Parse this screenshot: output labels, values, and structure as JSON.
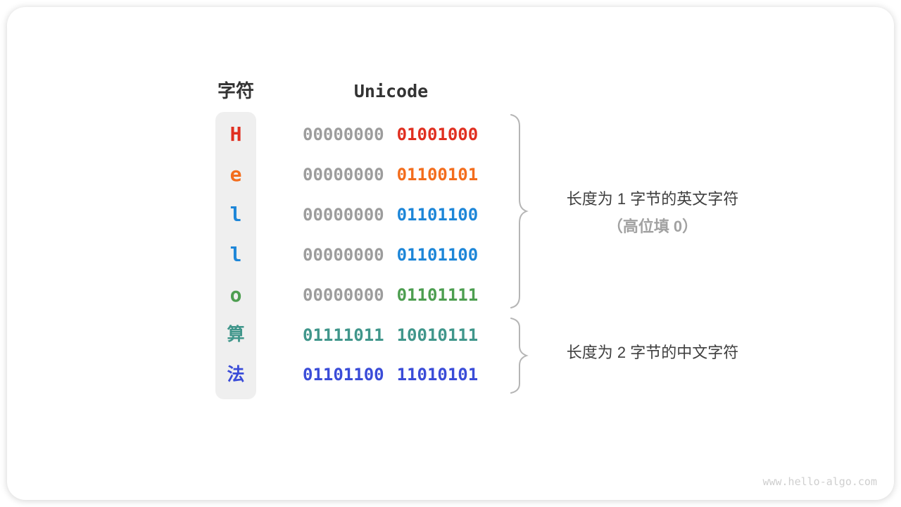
{
  "colors": {
    "card_bg": "#ffffff",
    "column_bg": "#efefef",
    "header_text": "#333333",
    "gray_bits": "#9c9c9c",
    "brace": "#b5b5b5",
    "annotation_text": "#3f3f3f",
    "annotation_muted": "#a2a2a2",
    "watermark": "#cfcfcf"
  },
  "table": {
    "char_header": "字符",
    "unicode_header": "Unicode",
    "rows": [
      {
        "char": "H",
        "cjk": false,
        "color": "#e02f20",
        "bytes": [
          {
            "text": "00000000",
            "color": "#9c9c9c"
          },
          {
            "text": "01001000",
            "color": "#e02f20"
          }
        ]
      },
      {
        "char": "e",
        "cjk": false,
        "color": "#f36d1d",
        "bytes": [
          {
            "text": "00000000",
            "color": "#9c9c9c"
          },
          {
            "text": "01100101",
            "color": "#f36d1d"
          }
        ]
      },
      {
        "char": "l",
        "cjk": false,
        "color": "#1d86d8",
        "bytes": [
          {
            "text": "00000000",
            "color": "#9c9c9c"
          },
          {
            "text": "01101100",
            "color": "#1d86d8"
          }
        ]
      },
      {
        "char": "l",
        "cjk": false,
        "color": "#1d86d8",
        "bytes": [
          {
            "text": "00000000",
            "color": "#9c9c9c"
          },
          {
            "text": "01101100",
            "color": "#1d86d8"
          }
        ]
      },
      {
        "char": "o",
        "cjk": false,
        "color": "#4d9e50",
        "bytes": [
          {
            "text": "00000000",
            "color": "#9c9c9c"
          },
          {
            "text": "01101111",
            "color": "#4d9e50"
          }
        ]
      },
      {
        "char": "算",
        "cjk": true,
        "color": "#40968b",
        "bytes": [
          {
            "text": "01111011",
            "color": "#40968b"
          },
          {
            "text": "10010111",
            "color": "#40968b"
          }
        ]
      },
      {
        "char": "法",
        "cjk": true,
        "color": "#3a4cd8",
        "bytes": [
          {
            "text": "01101100",
            "color": "#3a4cd8"
          },
          {
            "text": "11010101",
            "color": "#3a4cd8"
          }
        ]
      }
    ]
  },
  "annotations": {
    "english": {
      "line1": "长度为 1 字节的英文字符",
      "line2": "（高位填 0）"
    },
    "chinese": {
      "line1": "长度为 2 字节的中文字符"
    }
  },
  "watermark": "www.hello-algo.com"
}
